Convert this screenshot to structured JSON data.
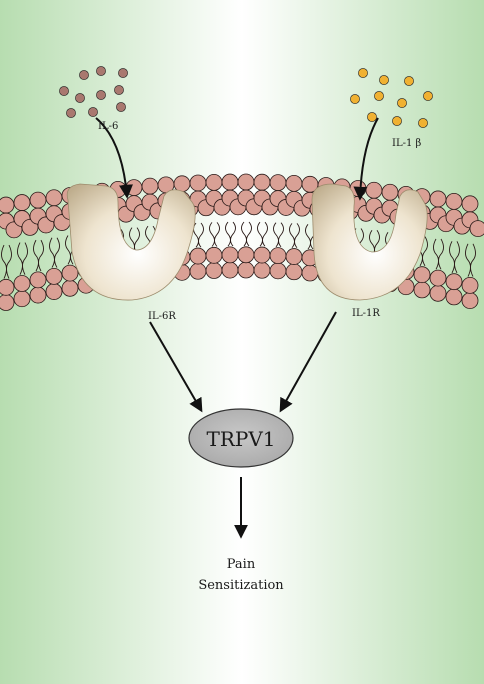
{
  "ligands": {
    "left": {
      "label": "IL-6",
      "color": "#a9786f"
    },
    "right": {
      "label": "IL-1 β",
      "color": "#f0b132"
    }
  },
  "receptors": {
    "left": {
      "label": "IL-6R"
    },
    "right": {
      "label": "IL-1R"
    }
  },
  "channel": {
    "label": "TRPV1"
  },
  "outcome": {
    "line1": "Pain",
    "line2": "Sensitization"
  },
  "colors": {
    "background_edge": "#b7ddb0",
    "background_center": "#ffffff",
    "lipid_head": "#d9a095",
    "lipid_outline": "#2a1a18",
    "receptor_fill": "#e8dcc3",
    "trpv1_fill": "#b9b9b9"
  }
}
